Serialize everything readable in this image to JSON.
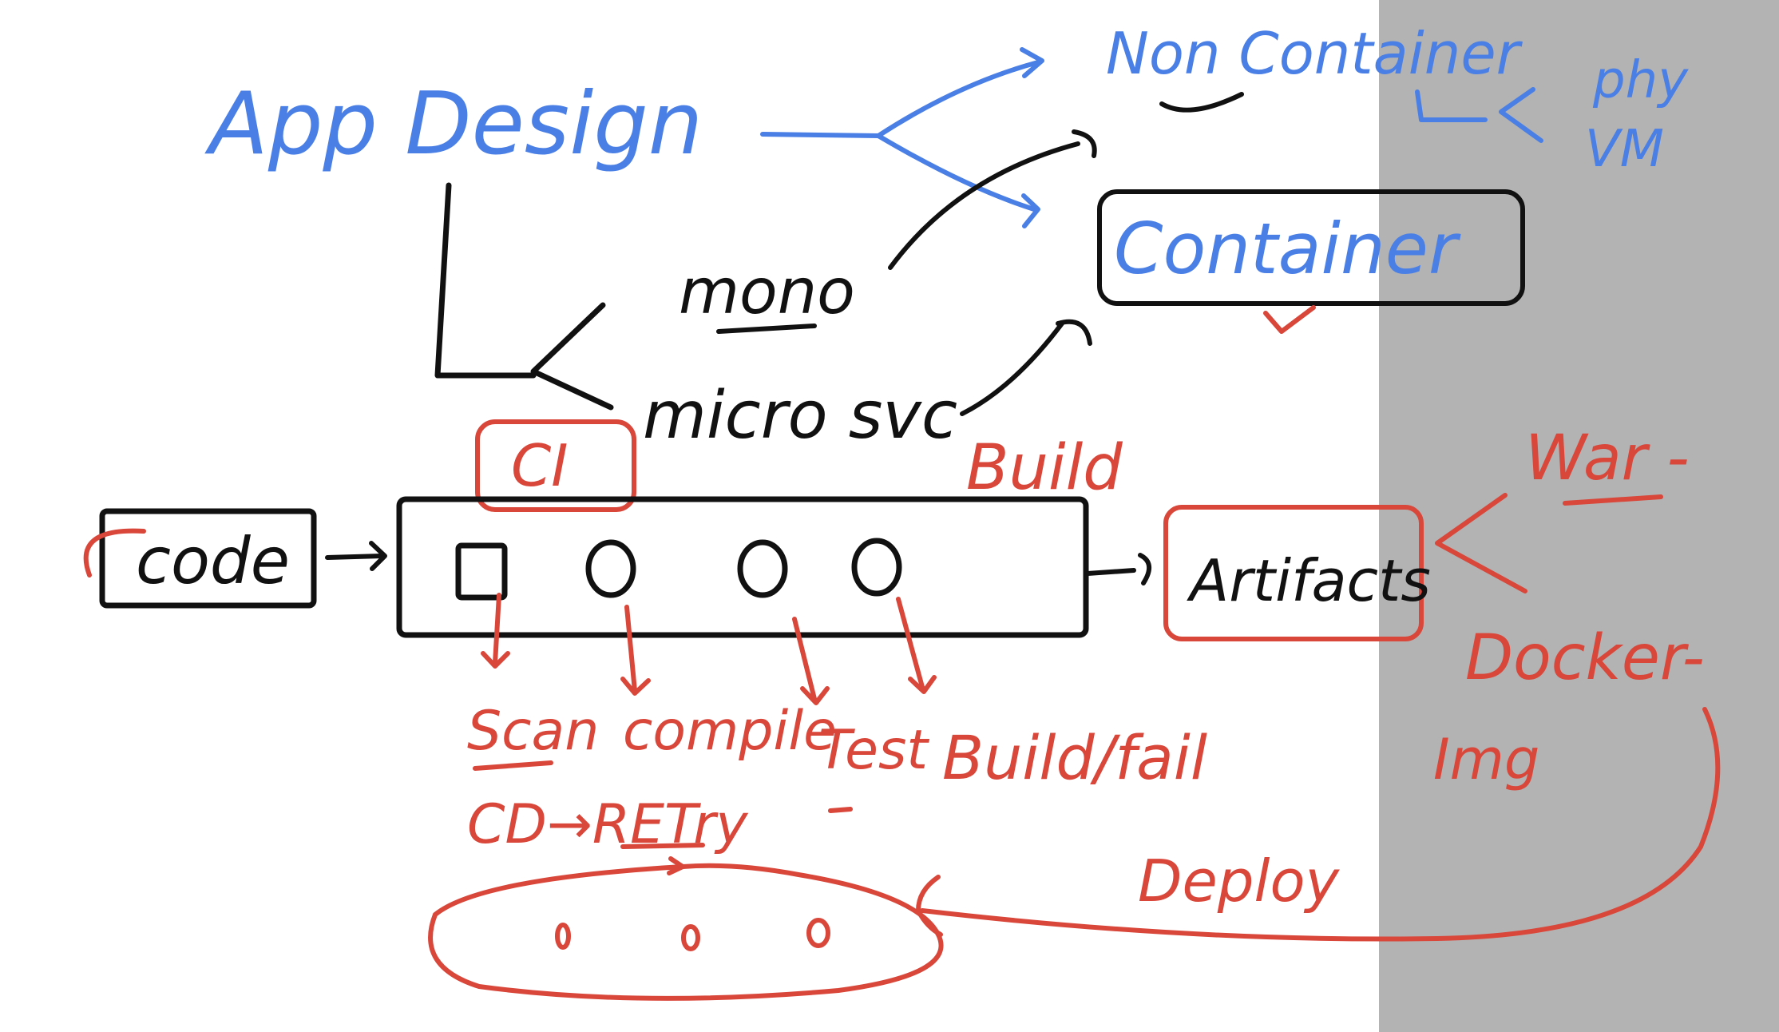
{
  "colors": {
    "blue": "#4a7fe6",
    "black": "#111111",
    "red": "#d9463a",
    "gray_panel": "#b3b3b3",
    "background": "#ffffff"
  },
  "labels": {
    "app_design": "App Design",
    "non_container": "Non Container",
    "phy": "phy",
    "vm": "VM",
    "container": "Container",
    "mono": "mono",
    "micro_svc": "micro svc",
    "ci": "CI",
    "build": "Build",
    "code": "code",
    "artifacts": "Artifacts",
    "war": "War -",
    "docker": "Docker-",
    "img": "Img",
    "scan": "Scan",
    "compile": "compile",
    "test": "Test",
    "build_fail": "Build/fail",
    "cd_retry": "CD→RETry",
    "deploy": "Deploy"
  }
}
